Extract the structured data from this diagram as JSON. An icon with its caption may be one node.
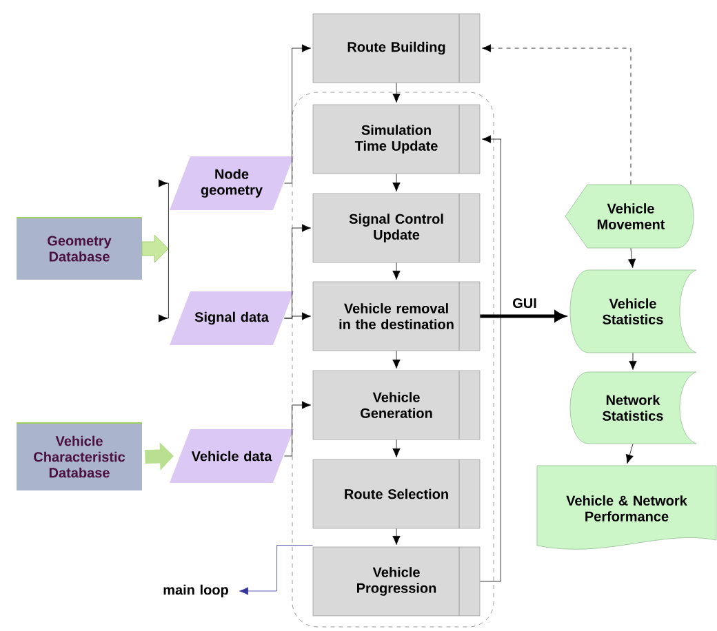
{
  "diagram": {
    "nodes": [
      {
        "text": [
          "Geometry Database"
        ]
      },
      {
        "text": [
          "Vehicle Characteristic Database"
        ]
      },
      {
        "text": [
          "Node geometry"
        ]
      },
      {
        "text": [
          "Signal data"
        ]
      },
      {
        "text": [
          "Vehicle data"
        ]
      },
      {
        "text": [
          "main loop"
        ]
      },
      {
        "text": [
          "Route Building"
        ]
      },
      {
        "text": [],
        "shape": "box"
      },
      {
        "text": [
          "Simulation Time Update"
        ],
        "in": 7
      },
      {
        "text": [
          "Signal Control Update"
        ],
        "in": 7
      },
      {
        "text": [
          "Vehicle removal in the destination"
        ],
        "in": 7
      },
      {
        "text": [
          "Vehicle Generation"
        ],
        "in": 7
      },
      {
        "text": [
          "Route Selection"
        ],
        "in": 7
      },
      {
        "text": [
          "Vehicle Progression"
        ],
        "in": 7
      },
      {
        "text": [
          "Vehicle Movement"
        ]
      },
      {
        "text": [
          "Vehicle Statistics"
        ]
      },
      {
        "text": [
          "Network Statistics"
        ]
      },
      {
        "text": [
          "Vehicle & Network Performance"
        ]
      }
    ],
    "edges": [
      {
        "from": 0,
        "to": 2,
        "arrow": "to"
      },
      {
        "from": 0,
        "to": 3,
        "arrow": "to"
      },
      {
        "from": 1,
        "to": 4,
        "arrow": "to",
        "style": "thick",
        "color": "#b8e090"
      },
      {
        "from": 2,
        "to": 6,
        "arrow": "to"
      },
      {
        "from": 3,
        "to": 9,
        "arrow": "to"
      },
      {
        "from": 3,
        "to": 10,
        "arrow": "to"
      },
      {
        "from": 4,
        "to": 11,
        "arrow": "to"
      },
      {
        "from": 6,
        "to": 8,
        "arrow": "to"
      },
      {
        "from": 8,
        "to": 9,
        "arrow": "to"
      },
      {
        "from": 9,
        "to": 10,
        "arrow": "to"
      },
      {
        "from": 10,
        "to": 11,
        "arrow": "to"
      },
      {
        "from": 11,
        "to": 12,
        "arrow": "to"
      },
      {
        "from": 12,
        "to": 13,
        "arrow": "to"
      },
      {
        "from": 13,
        "to": 8,
        "arrow": "to"
      },
      {
        "from": 13,
        "to": 5,
        "arrow": "to",
        "color": "#33339a"
      },
      {
        "from": 10,
        "to": 15,
        "arrow": "to",
        "label": "GUI",
        "style": "thick"
      },
      {
        "from": 14,
        "to": 6,
        "arrow": "to",
        "style": "dashed"
      },
      {
        "from": 14,
        "to": 15,
        "arrow": "to"
      },
      {
        "from": 15,
        "to": 16,
        "arrow": "to"
      },
      {
        "from": 16,
        "to": 17,
        "arrow": "to"
      }
    ]
  }
}
